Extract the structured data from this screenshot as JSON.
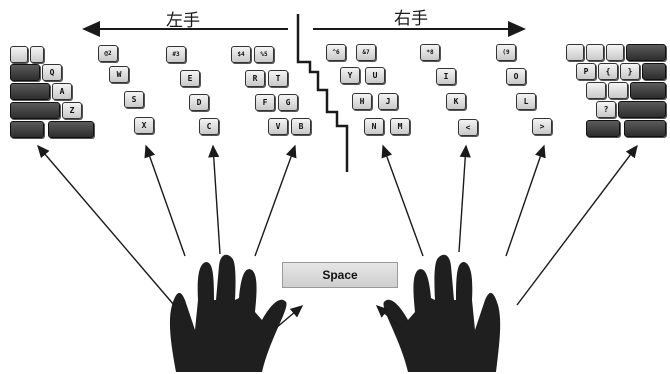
{
  "headers": {
    "left_hand": "左手",
    "right_hand": "右手"
  },
  "space_key": "Space",
  "keys": {
    "digit_2_top": "@",
    "digit_2": "2",
    "w": "W",
    "s": "S",
    "x": "X",
    "digit_3_top": "#",
    "digit_3": "3",
    "e": "E",
    "d": "D",
    "c": "C",
    "digit_4_top": "$",
    "digit_4": "4",
    "digit_5_top": "%",
    "digit_5": "5",
    "r": "R",
    "t": "T",
    "f": "F",
    "g": "G",
    "v": "V",
    "b": "B",
    "digit_6_top": "^",
    "digit_6": "6",
    "digit_7_top": "&",
    "digit_7": "7",
    "y": "Y",
    "u": "U",
    "h": "H",
    "j": "J",
    "n": "N",
    "m": "M",
    "digit_8_top": "*",
    "digit_8": "8",
    "i": "I",
    "k": "K",
    "comma": "<",
    "digit_9_top": "(",
    "digit_9": "9",
    "o": "O",
    "l": "L",
    "period": ">",
    "far_left_q": "Q",
    "far_left_a": "A",
    "far_left_z": "Z",
    "far_right_p": "P",
    "far_right_bracket": "{",
    "far_right_bracket2": "}",
    "far_right_question": "?"
  },
  "colors": {
    "line": "#1a1a1a",
    "hand": "#1f1f1f",
    "key_light": "#e6e6e6",
    "key_dark": "#3c3c3c"
  }
}
